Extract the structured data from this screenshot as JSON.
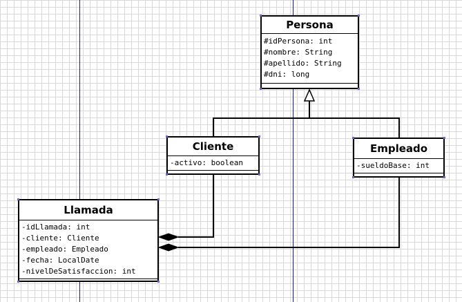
{
  "classes": {
    "persona": {
      "name": "Persona",
      "attributes": [
        "#idPersona: int",
        "#nombre: String",
        "#apellido: String",
        "#dni: long"
      ]
    },
    "cliente": {
      "name": "Cliente",
      "attributes": [
        "-activo: boolean"
      ]
    },
    "empleado": {
      "name": "Empleado",
      "attributes": [
        "-sueldoBase: int"
      ]
    },
    "llamada": {
      "name": "Llamada",
      "attributes": [
        "-idLlamada: int",
        "-cliente: Cliente",
        "-empleado: Empleado",
        "-fecha: LocalDate",
        "-nivelDeSatisfaccion: int"
      ]
    }
  },
  "relationships": [
    {
      "type": "generalization",
      "from": "Cliente",
      "to": "Persona"
    },
    {
      "type": "generalization",
      "from": "Empleado",
      "to": "Persona"
    },
    {
      "type": "composition",
      "whole": "Llamada",
      "part": "Cliente"
    },
    {
      "type": "composition",
      "whole": "Llamada",
      "part": "Empleado"
    }
  ],
  "colors": {
    "page_line": "#1a1a8c",
    "grid": "#d8d8d8",
    "handle": "#6a6ad0"
  }
}
